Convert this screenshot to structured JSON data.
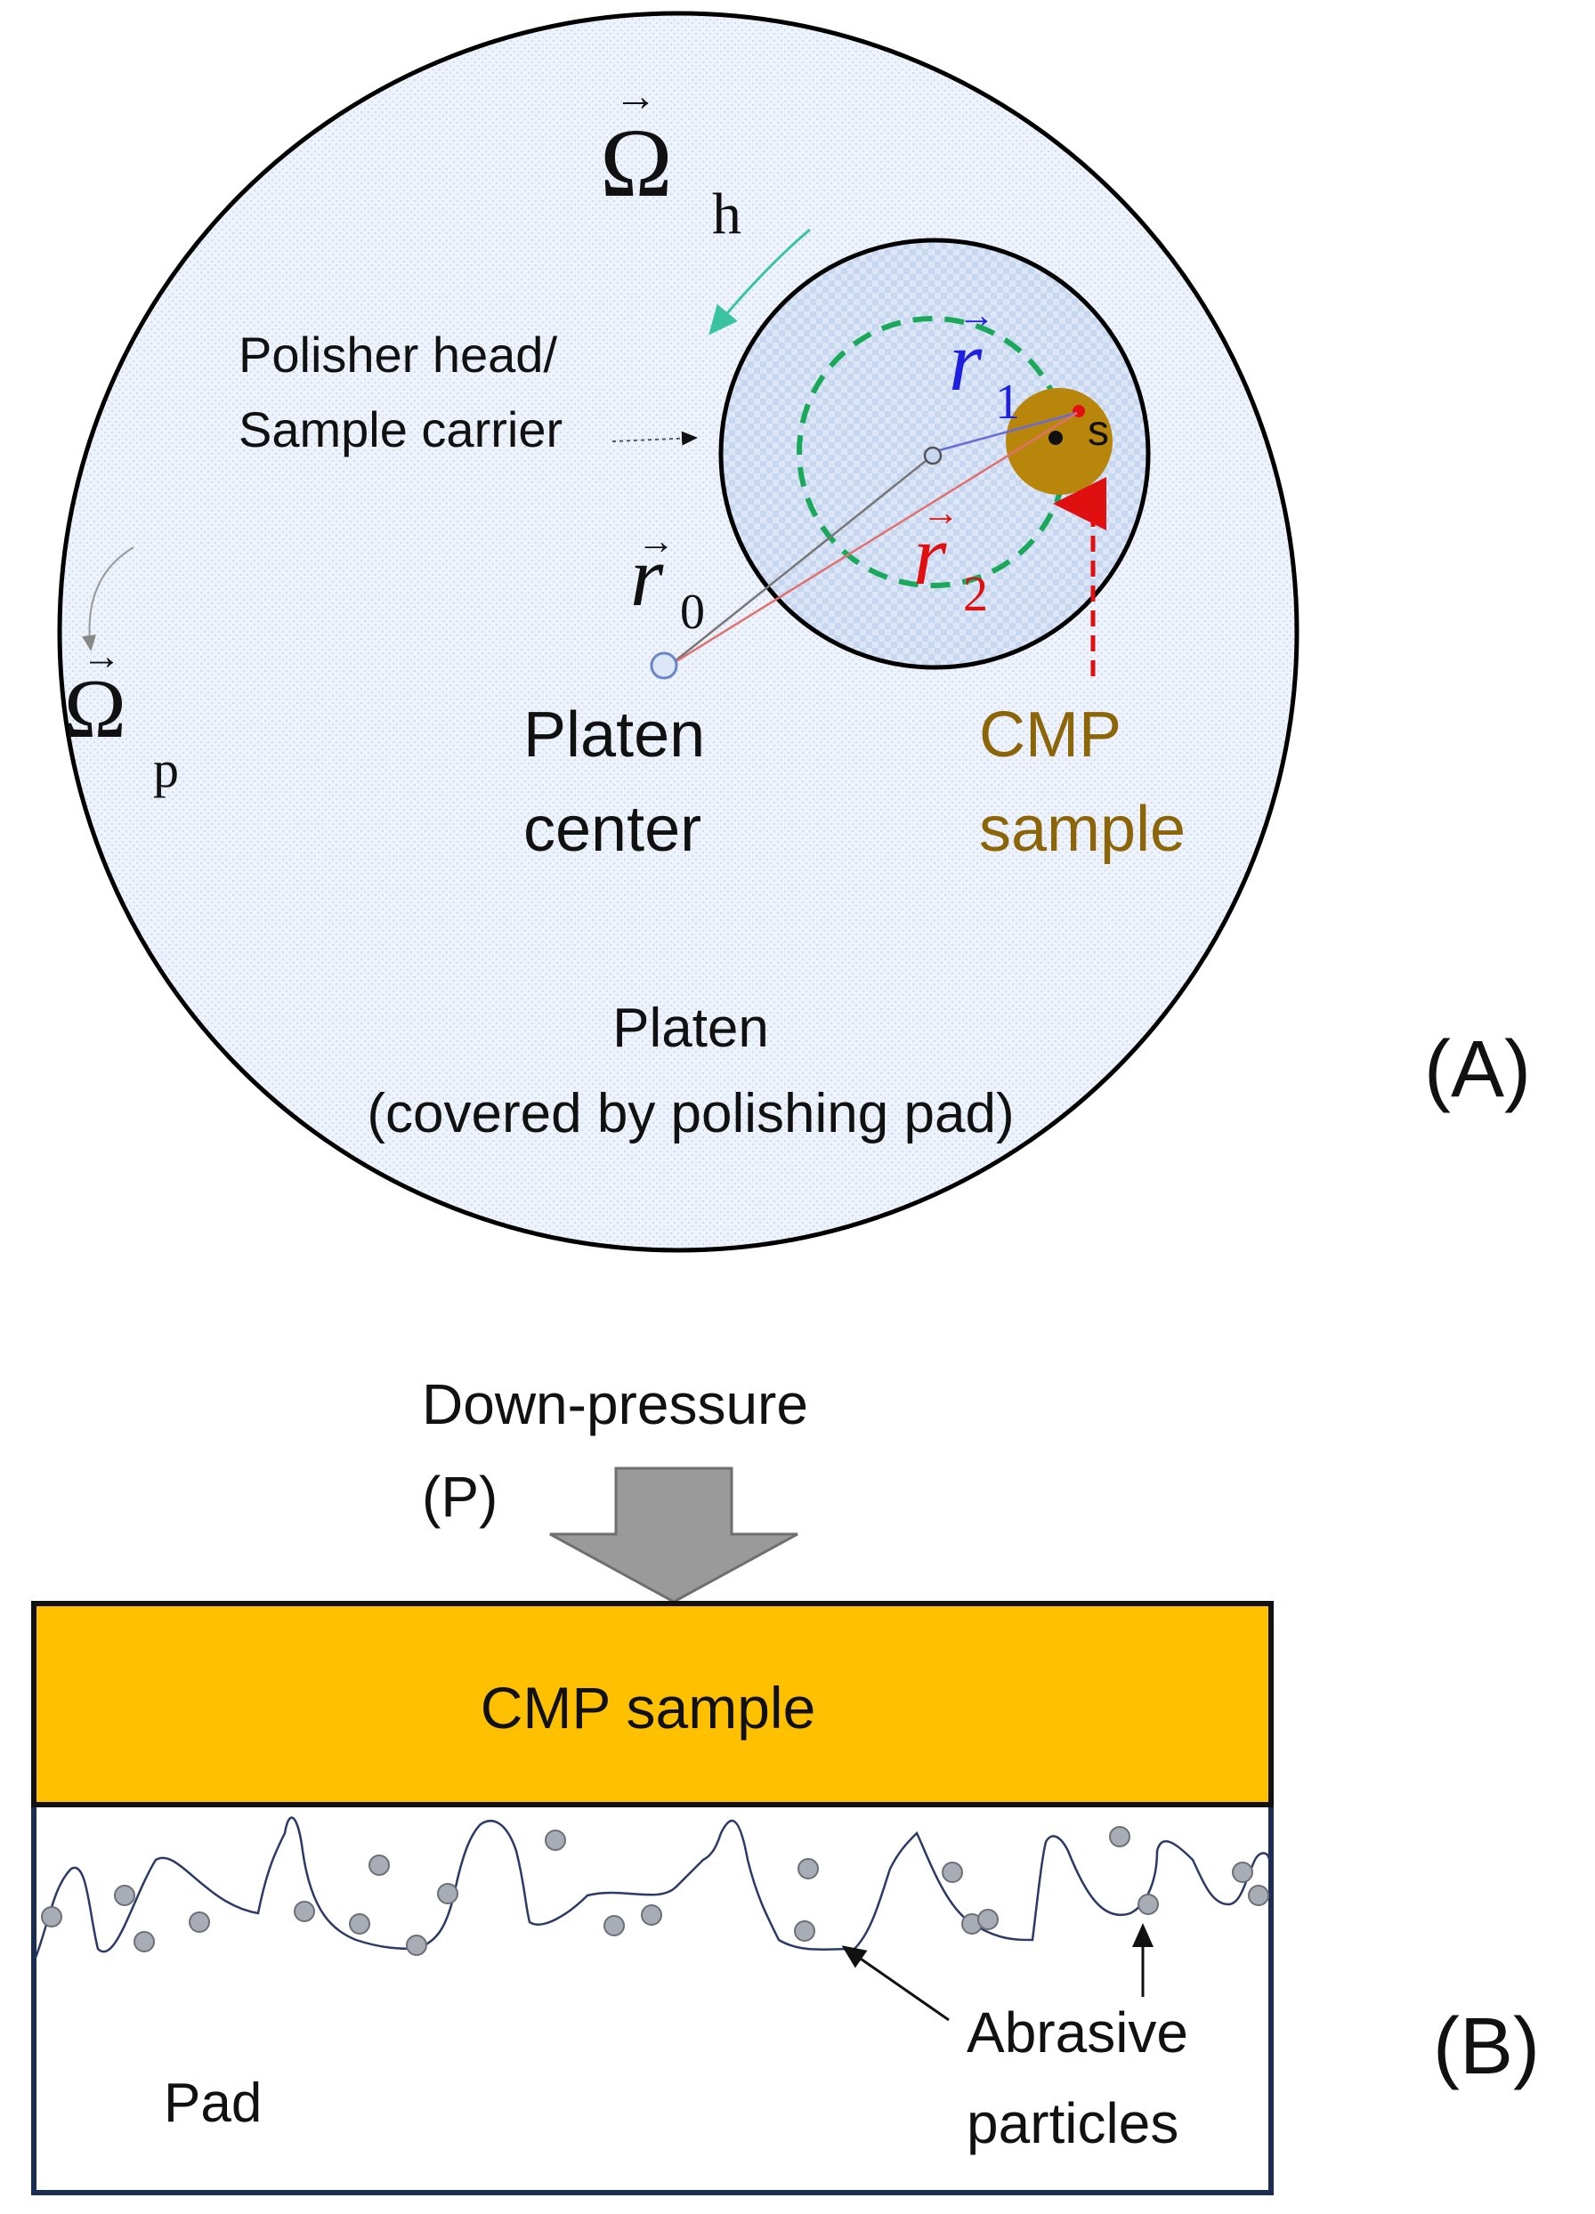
{
  "panel_a": {
    "omega_h_symbol": "Ω",
    "omega_h_sub": "h",
    "omega_p_symbol": "Ω",
    "omega_p_sub": "p",
    "polisher_line1": "Polisher head/",
    "polisher_line2": "Sample carrier",
    "r1_symbol": "r",
    "r1_sub": "1",
    "r2_symbol": "r",
    "r2_sub": "2",
    "r0_symbol": "r",
    "r0_sub": "0",
    "s_label": "s",
    "platen_center_line1": "Platen",
    "platen_center_line2": "center",
    "cmp_sample_line1": "CMP",
    "cmp_sample_line2": "sample",
    "platen_line1": "Platen",
    "platen_line2": "(covered by polishing pad)",
    "panel_label": "(A)"
  },
  "panel_b": {
    "down_pressure": "Down-pressure",
    "pressure_symbol": "(P)",
    "sample_label": "CMP sample",
    "pad_label": "Pad",
    "abrasive_line1": "Abrasive",
    "abrasive_line2": "particles",
    "panel_label": "(B)"
  },
  "colors": {
    "platen_fill": "#e9eef9",
    "head_fill": "#d6e2f6",
    "sample_brown": "#b8860b",
    "sample_text": "#8b6508",
    "sample_bar": "#ffc000",
    "r1_blue": "#1f1fe0",
    "r2_red": "#e01010",
    "path_green": "#1aa85a",
    "pad_line": "#2b3a66",
    "particle": "#a8adb5",
    "arrow_gray": "#9a9a9a"
  }
}
